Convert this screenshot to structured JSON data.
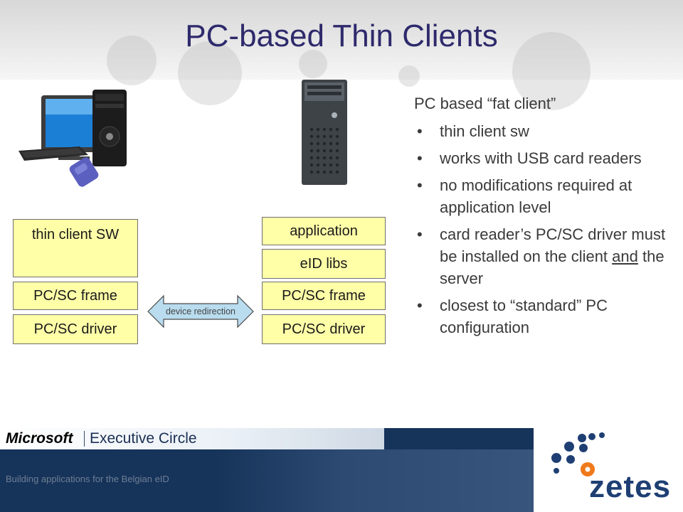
{
  "slide": {
    "title": "PC-based Thin Clients"
  },
  "client_stack": {
    "thin_client_sw": "thin client SW",
    "pcsc_frame": "PC/SC frame",
    "pcsc_driver": "PC/SC driver"
  },
  "server_stack": {
    "application": "application",
    "eid_libs": "eID libs",
    "pcsc_frame": "PC/SC frame",
    "pcsc_driver": "PC/SC driver"
  },
  "redirection": {
    "label": "device redirection"
  },
  "bullets": {
    "heading": "PC based “fat client”",
    "items": [
      "thin client sw",
      "works with USB card readers",
      "no modifications required at application level",
      "closest to “standard” PC configuration"
    ],
    "item4_before": "card reader’s PC/SC driver must be installed on the client ",
    "item4_underlined": "and",
    "item4_after": " the server"
  },
  "branding": {
    "microsoft": "Microsoft",
    "executive_circle": "Executive Circle",
    "zetes": "zetes",
    "footer": "Building applications for the Belgian eID"
  },
  "colors": {
    "title": "#2e2a6c",
    "box_fill": "#ffffa8",
    "arrow_fill": "#b9dcee",
    "bottom_bar": "#16335a",
    "zetes_blue": "#1e3f73",
    "zetes_orange": "#f07a1a"
  },
  "icons": {
    "workstation": "desktop-pc-with-card-reader-icon",
    "server": "tower-server-icon",
    "bullet": "•"
  }
}
